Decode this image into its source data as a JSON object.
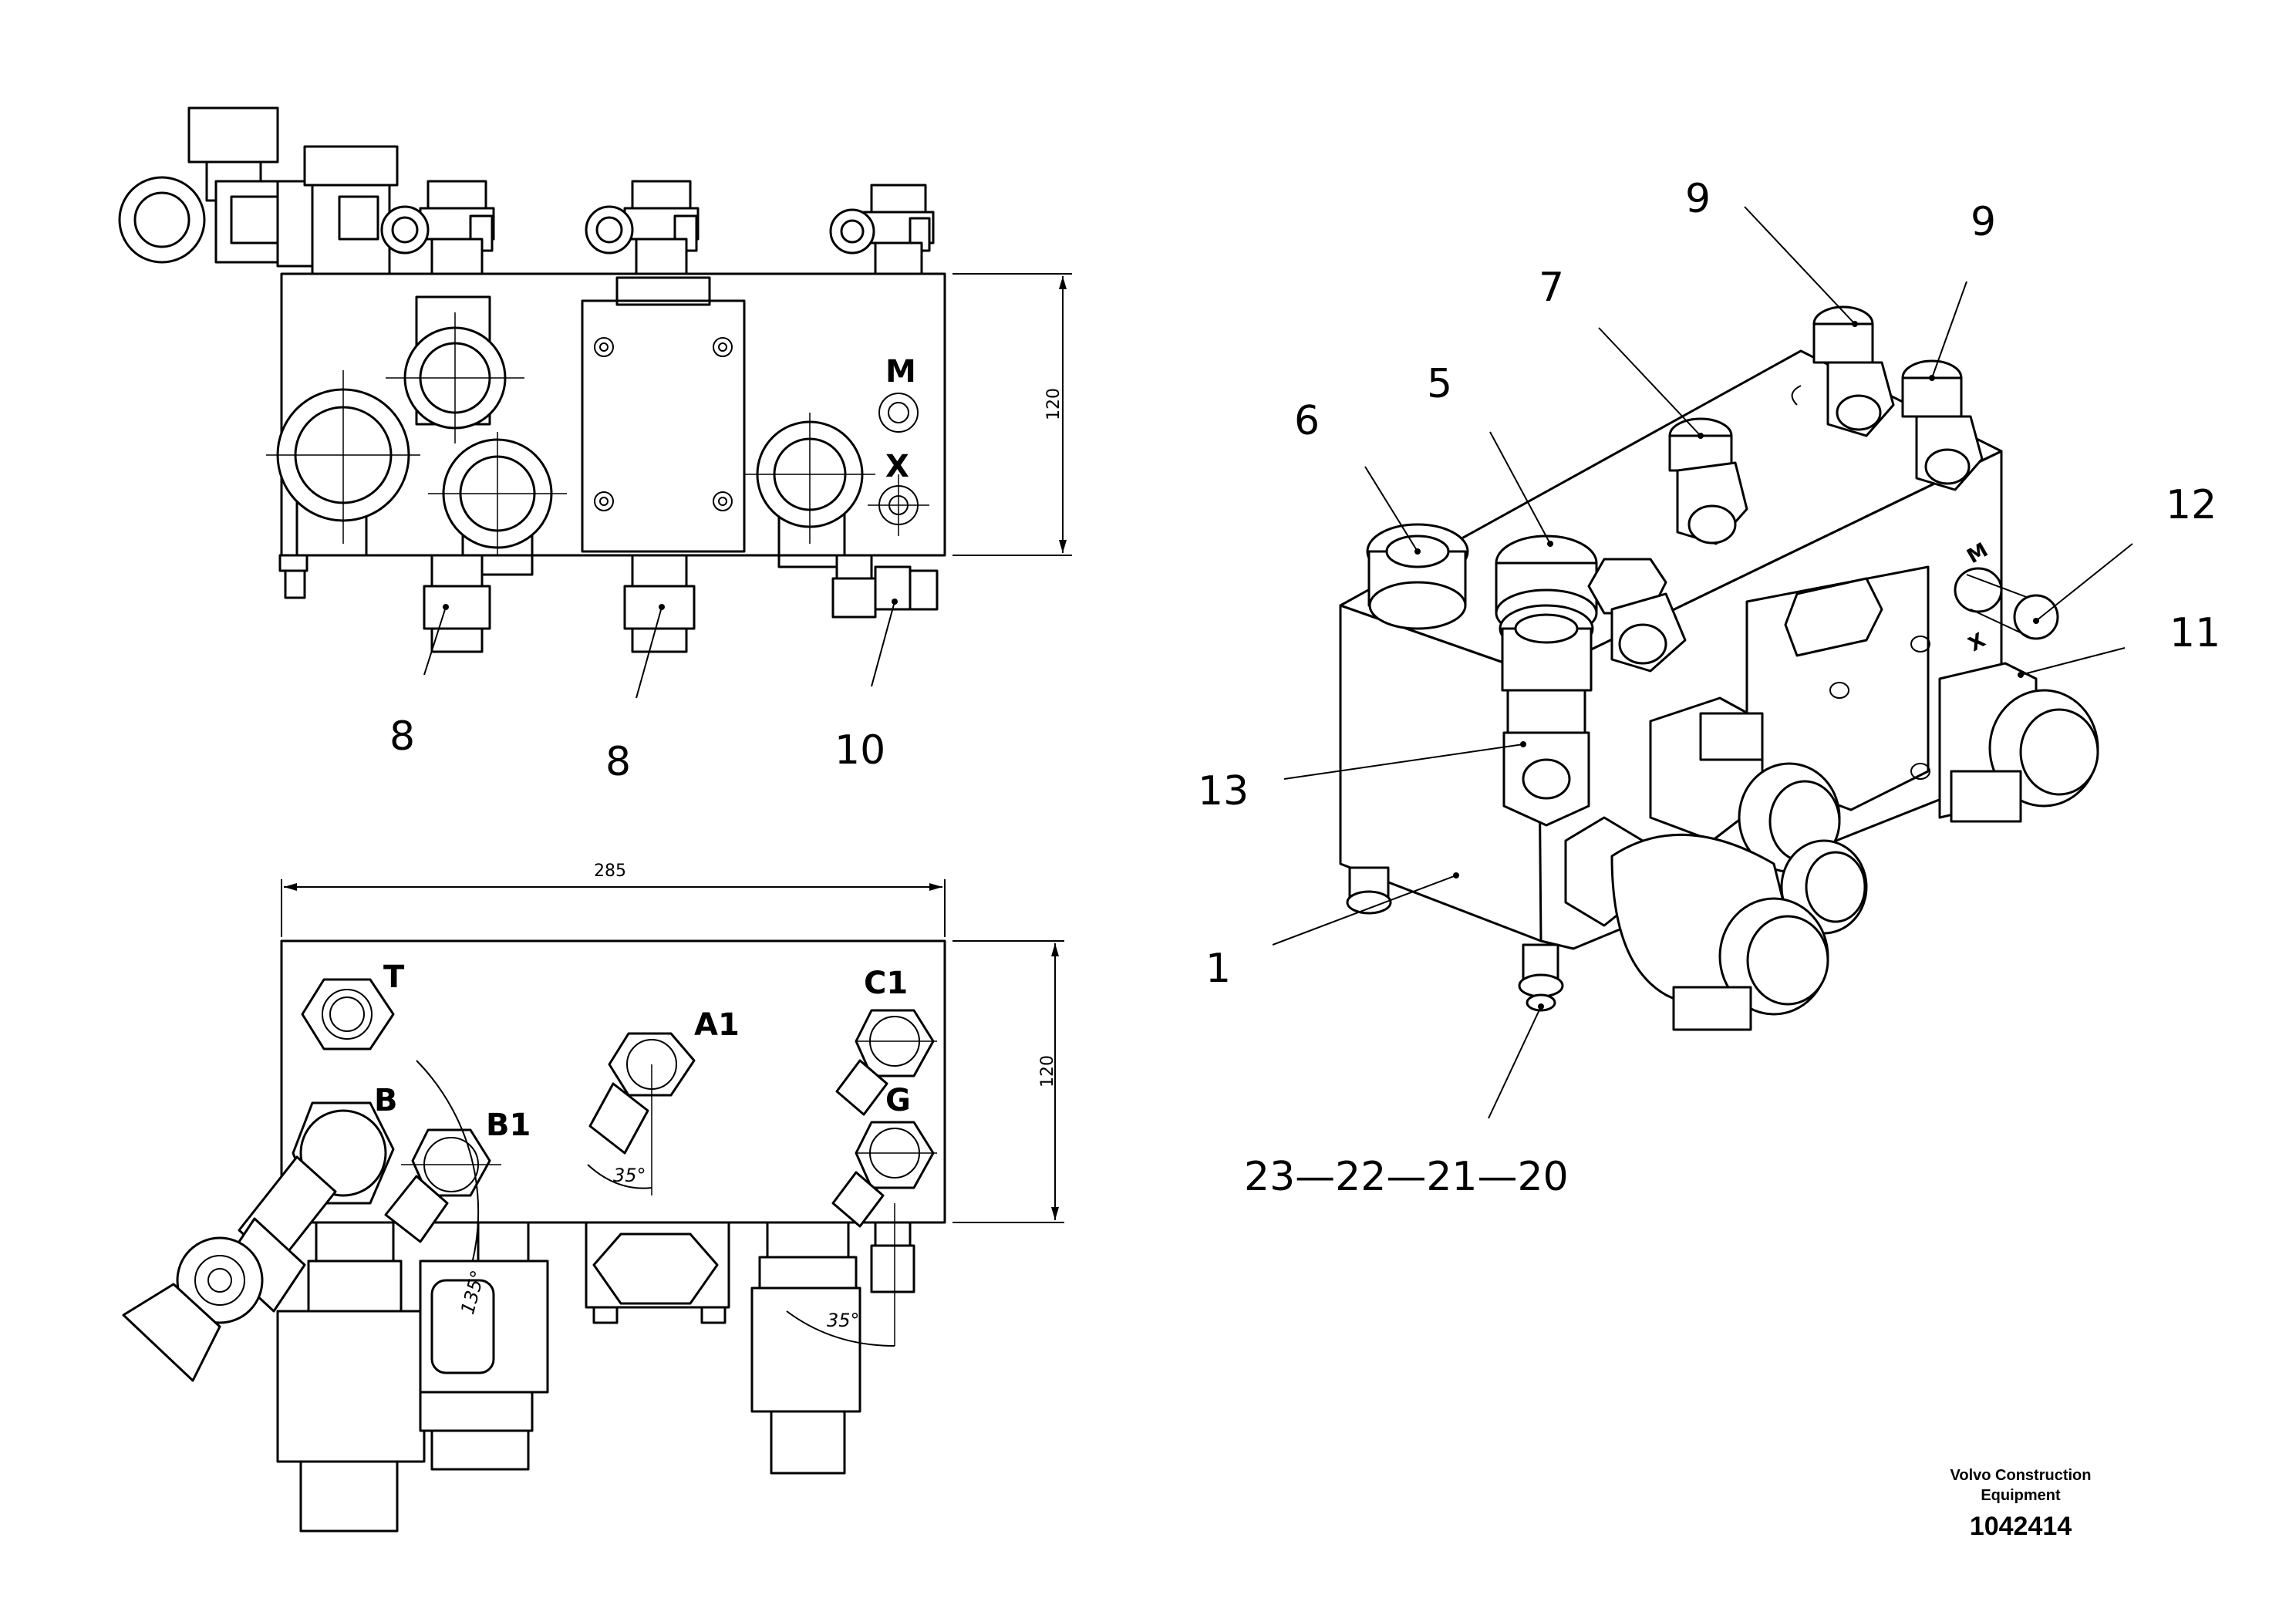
{
  "callouts": {
    "c8a": "8",
    "c8b": "8",
    "c10": "10",
    "c9a": "9",
    "c9b": "9",
    "c7": "7",
    "c5": "5",
    "c6": "6",
    "c12": "12",
    "c11": "11",
    "c13": "13",
    "c1": "1",
    "c23": "23—22—21—20"
  },
  "ports": {
    "M": "M",
    "X": "X",
    "T": "T",
    "A1": "A1",
    "C1": "C1",
    "G": "G",
    "B": "B",
    "B1": "B1",
    "iso_M": "M",
    "iso_X": "X"
  },
  "dimensions": {
    "width_top": "285",
    "height_front": "120",
    "height_top": "120",
    "angle_a1": "35°",
    "angle_b": "135°",
    "angle_g": "35°"
  },
  "footer": {
    "company_line1": "Volvo Construction",
    "company_line2": "Equipment",
    "drawing_number": "1042414"
  }
}
